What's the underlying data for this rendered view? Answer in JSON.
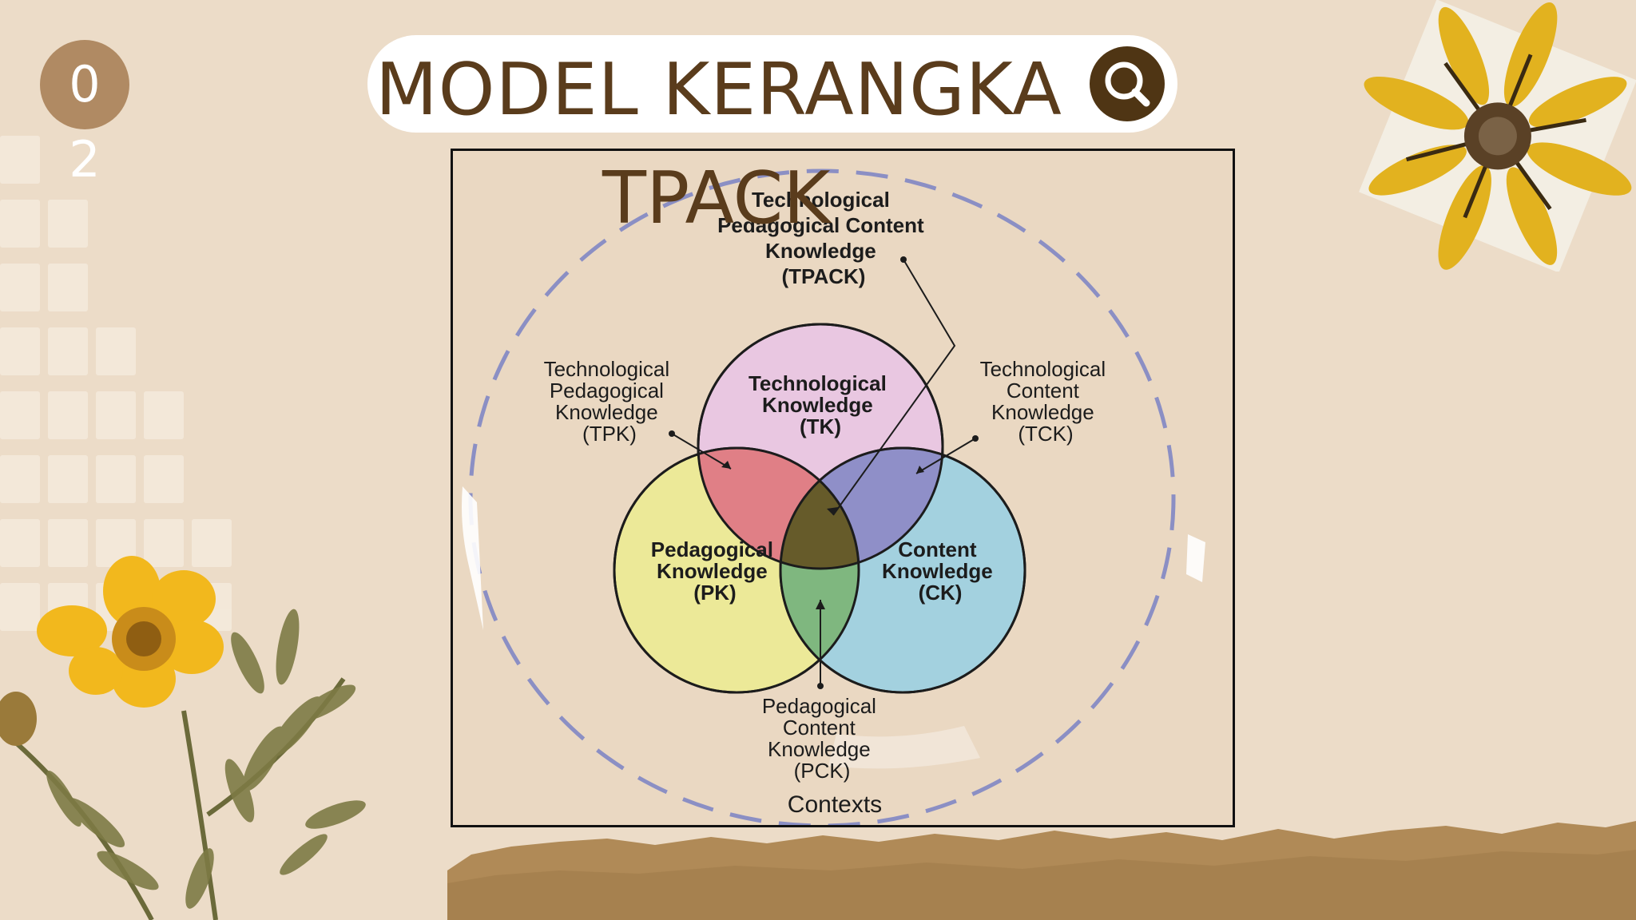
{
  "slide": {
    "number_top": "0",
    "number_bottom": "2",
    "title_line1": "MODEL KERANGKA",
    "title_line2": "TPACK",
    "search_icon": "search-icon"
  },
  "diagram": {
    "tpack": [
      "Technological",
      "Pedagogical Content",
      "Knowledge",
      "(TPACK)"
    ],
    "tpk": [
      "Technological",
      "Pedagogical",
      "Knowledge",
      "(TPK)"
    ],
    "tck": [
      "Technological",
      "Content",
      "Knowledge",
      "(TCK)"
    ],
    "tk": [
      "Technological",
      "Knowledge",
      "(TK)"
    ],
    "pk": [
      "Pedagogical",
      "Knowledge",
      "(PK)"
    ],
    "ck": [
      "Content",
      "Knowledge",
      "(CK)"
    ],
    "pck": [
      "Pedagogical",
      "Content",
      "Knowledge",
      "(PCK)"
    ],
    "contexts": "Contexts"
  },
  "colors": {
    "background": "#ecdcc8",
    "title_text": "#5a3c1c",
    "badge": "#b08a63",
    "tk_circle": "#e9c7e1",
    "pk_circle": "#ecea96",
    "ck_circle": "#9fd1e0",
    "context_ring": "#8b8fc4"
  }
}
